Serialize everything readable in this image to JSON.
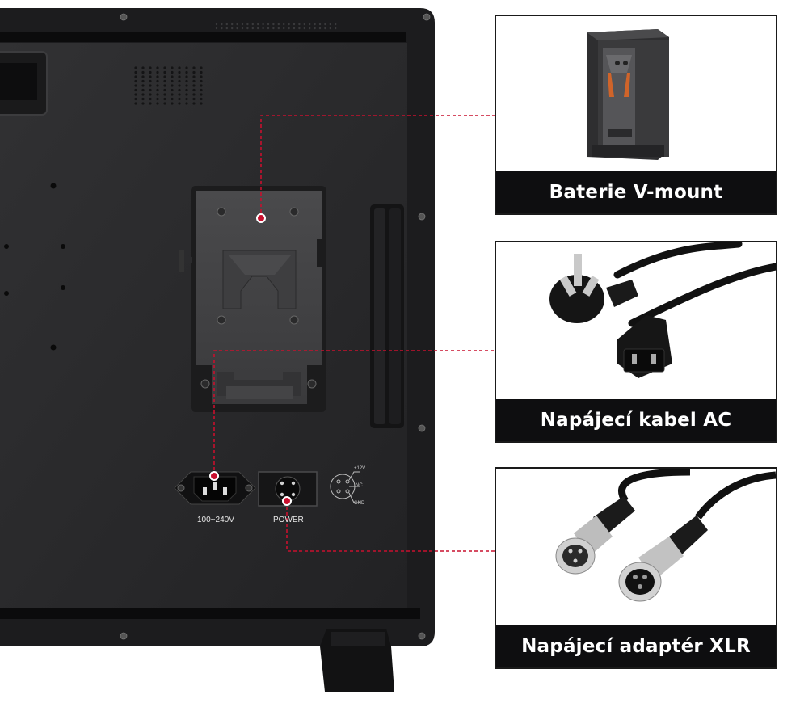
{
  "monitor": {
    "ac_voltage_label": "100~240V",
    "power_label": "POWER",
    "xlr_pins": [
      "+12V",
      "NC",
      "GND"
    ]
  },
  "callouts": [
    {
      "caption": "Baterie V-mount",
      "icon": "v-mount-battery-icon"
    },
    {
      "caption": "Napájecí kabel AC",
      "icon": "ac-power-cable-icon"
    },
    {
      "caption": "Napájecí adaptér XLR",
      "icon": "xlr-cable-icon"
    }
  ],
  "colors": {
    "panel": "#2a2a2c",
    "frame": "#1b1b1d",
    "leader_line": "#c8102e",
    "caption_bg": "#0e0e10"
  }
}
